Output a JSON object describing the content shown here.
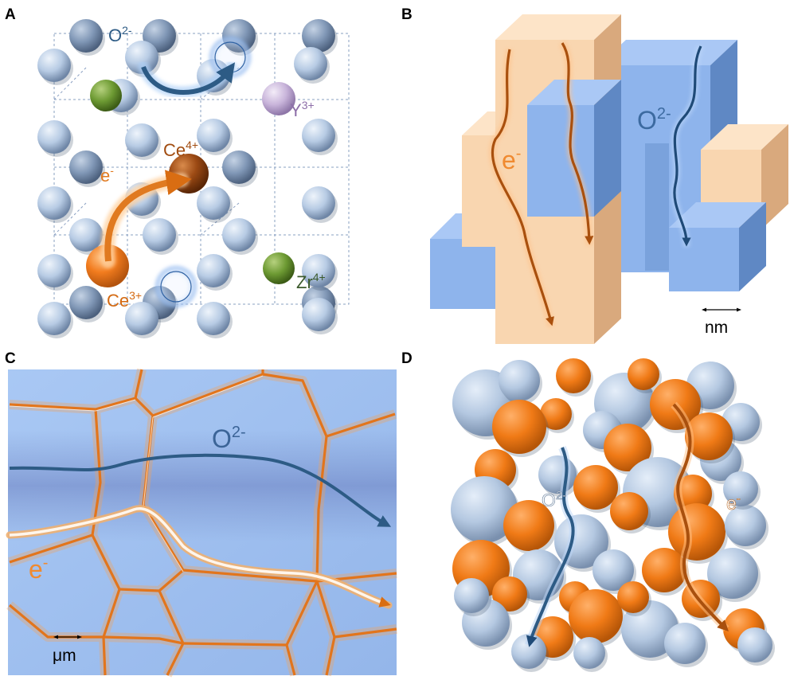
{
  "panels": {
    "a": {
      "letter": "A",
      "oxide_ion": "O",
      "oxide_charge": "2-",
      "yttrium_ion": "Y",
      "yttrium_charge": "3+",
      "cerium4_ion": "Ce",
      "cerium4_charge": "4+",
      "electron": "e",
      "electron_charge": "-",
      "cerium3_ion": "Ce",
      "cerium3_charge": "3+",
      "zirconium_ion": "Zr",
      "zirconium_charge": "4+"
    },
    "b": {
      "letter": "B",
      "electron": "e",
      "electron_charge": "-",
      "oxide_ion": "O",
      "oxide_charge": "2-",
      "scale_unit": "nm"
    },
    "c": {
      "letter": "C",
      "oxide_ion": "O",
      "oxide_charge": "2-",
      "electron": "e",
      "electron_charge": "-",
      "scale_unit": "μm"
    },
    "d": {
      "letter": "D",
      "oxide_ion": "O",
      "oxide_charge": "2-",
      "electron": "e",
      "electron_charge": "-"
    }
  },
  "colors": {
    "oxygen_atom": "#b9cde6",
    "cerium3": "#f07a1c",
    "cerium4": "#a9521c",
    "yttrium": "#c6b2d8",
    "zirconium": "#6c9a34",
    "ionic_arrow": "#2d5b85",
    "electronic_arrow": "#e07a20",
    "ionic_phase": "#8fb4ea",
    "electronic_phase": "#fadcbc",
    "grain_boundary": "#e2751c"
  }
}
